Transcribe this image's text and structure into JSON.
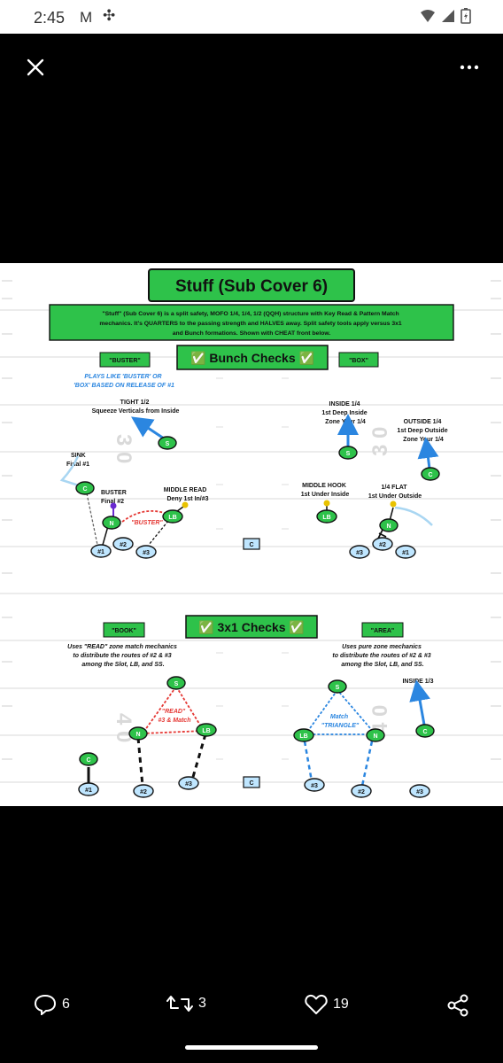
{
  "status_bar": {
    "time": "2:45",
    "mail_glyph": "M",
    "fan_glyph": "✣"
  },
  "actions": {
    "replies": "6",
    "retweets": "3",
    "likes": "19"
  },
  "diagram": {
    "title": "Stuff (Sub Cover 6)",
    "description_lines": [
      "\"Stuff\" (Sub Cover 6) is a split safety, MOFO 1/4, 1/4, 1/2 (QQH) structure with Key Read & Pattern Match",
      "mechanics. It's QUARTERS to the passing strength and HALVES away. Split safety tools apply versus 3x1",
      "and Bunch formations. Shown with CHEAT front below."
    ],
    "bunch_header": "✅ Bunch Checks ✅",
    "threex1_header": "✅ 3x1 Checks ✅",
    "tags": {
      "buster": "\"BUSTER\"",
      "box": "\"BOX\"",
      "book": "\"BOOK\"",
      "area": "\"AREA\""
    },
    "field_numbers": {
      "thirty": "3 0",
      "forty": "4 0"
    },
    "bunch_left": {
      "plays_like": [
        "PLAYS LIKE 'BUSTER' OR",
        "'BOX' BASED ON RELEASE OF #1"
      ],
      "tight": [
        "TIGHT 1/2",
        "Squeeze Verticals from Inside"
      ],
      "sink": [
        "SINK",
        "Final #1"
      ],
      "buster": [
        "BUSTER",
        "Final #2"
      ],
      "middle_read": [
        "MIDDLE READ",
        "Deny 1st In/#3"
      ],
      "buster_label": "\"BUSTER\""
    },
    "bunch_right": {
      "inside": [
        "INSIDE 1/4",
        "1st Deep Inside",
        "Zone Your 1/4"
      ],
      "outside": [
        "OUTSIDE 1/4",
        "1st Deep Outside",
        "Zone Your 1/4"
      ],
      "middle_hook": [
        "MIDDLE HOOK",
        "1st Under Inside"
      ],
      "flat": [
        "1/4 FLAT",
        "1st Under Outside"
      ]
    },
    "book": {
      "desc": [
        "Uses \"READ\" zone match mechanics",
        "to distribute the routes of #2 & #3",
        "among the Slot, LB, and SS."
      ],
      "read_label": [
        "\"READ\"",
        "#3 & Match"
      ]
    },
    "area": {
      "desc": [
        "Uses pure zone mechanics",
        "to distribute the routes of #2 & #3",
        "among the Slot, LB, and SS."
      ],
      "inside": "INSIDE 1/3",
      "match_label": [
        "Match",
        "\"TRIANGLE\""
      ]
    },
    "players": {
      "s": "S",
      "c": "C",
      "n": "N",
      "lb": "LB",
      "center": "C",
      "r1": "#1",
      "r2": "#2",
      "r3": "#3"
    }
  }
}
